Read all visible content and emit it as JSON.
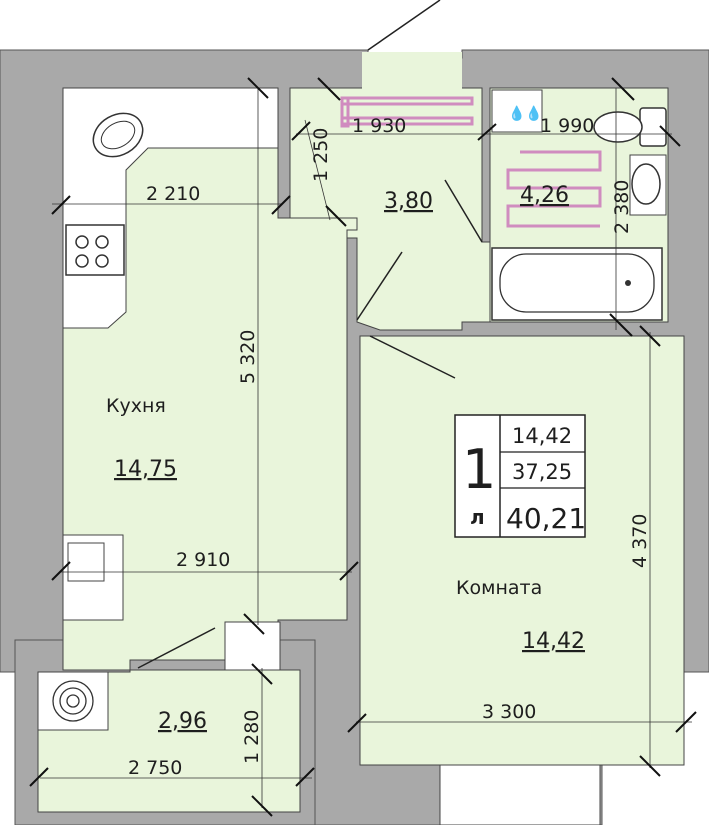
{
  "rooms": {
    "kitchen": {
      "name": "Кухня",
      "area": "14,75"
    },
    "hall": {
      "area": "3,80"
    },
    "bathroom": {
      "area": "4,26"
    },
    "living": {
      "name": "Комната",
      "area": "14,42"
    },
    "loggia": {
      "area": "2,96"
    }
  },
  "dimensions": {
    "hall_width": "1 930",
    "bath_width": "1 990",
    "hall_depth": "1 250",
    "kitchen_top_width": "2 210",
    "bath_depth": "2 380",
    "kitchen_length": "5 320",
    "kitchen_width": "2 910",
    "living_length": "4 370",
    "living_width": "3 300",
    "loggia_width": "2 750",
    "loggia_depth": "1 280"
  },
  "summary": {
    "rooms_count": "1",
    "living_area": "14,42",
    "total_area": "37,25",
    "total_with_loggia": "40,21",
    "loggia_mark": "л"
  },
  "colors": {
    "wall": "#a9a9a9",
    "floor": "#e9f5db",
    "heater": "#d08cbf"
  }
}
